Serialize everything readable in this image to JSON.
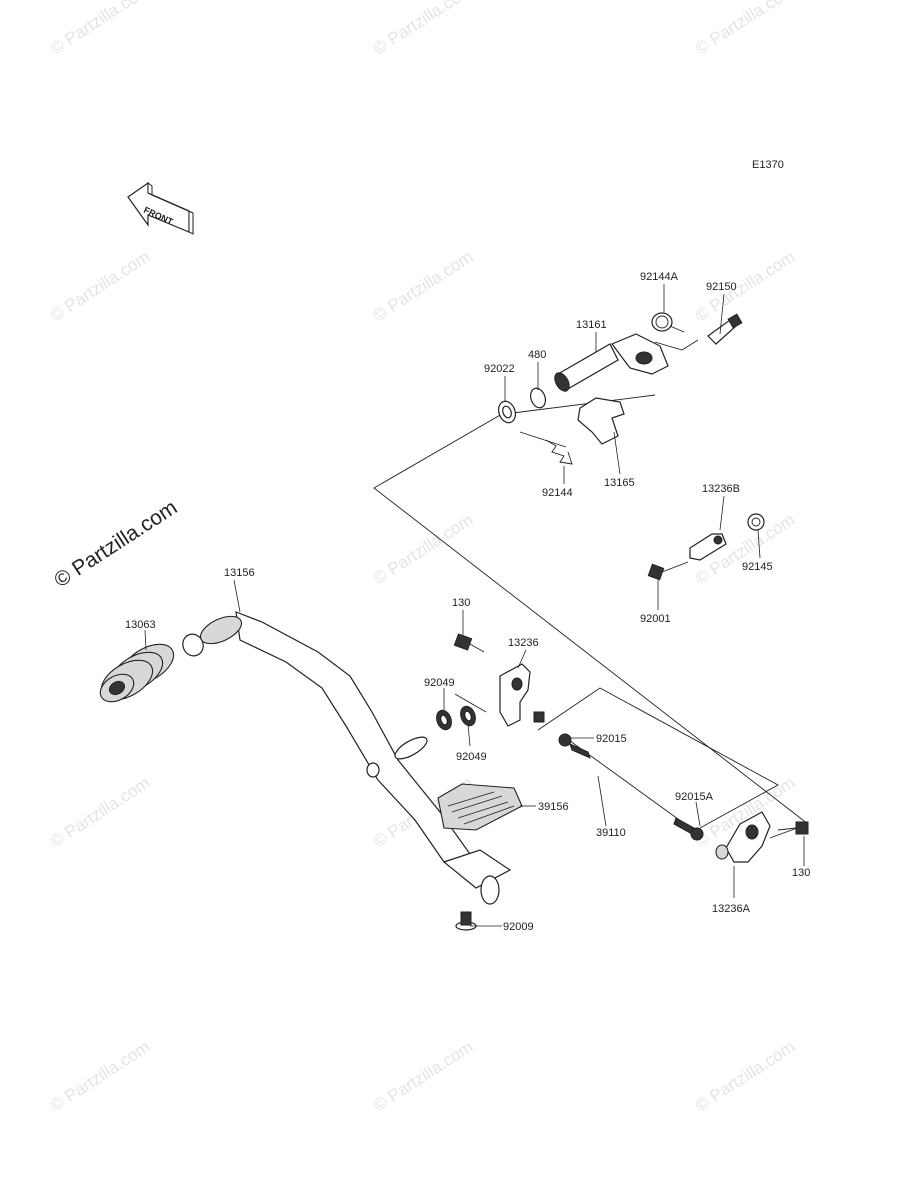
{
  "diagram": {
    "code": "E1370",
    "front_marker": "FRONT",
    "watermark": "© Partzilla.com",
    "watermark_large": "© Partzilla.com",
    "labels": {
      "p13156": "13156",
      "p13063": "13063",
      "p130a": "130",
      "p13236": "13236",
      "p92049a": "92049",
      "p92049b": "92049",
      "p92015": "92015",
      "p92015a": "92015A",
      "p39156": "39156",
      "p39110": "39110",
      "p92009": "92009",
      "p130b": "130",
      "p13236a": "13236A",
      "p13161": "13161",
      "p480": "480",
      "p92022": "92022",
      "p92144a": "92144A",
      "p92150": "92150",
      "p92144": "92144",
      "p13165": "13165",
      "p13236b": "13236B",
      "p92145": "92145",
      "p92001": "92001"
    }
  }
}
